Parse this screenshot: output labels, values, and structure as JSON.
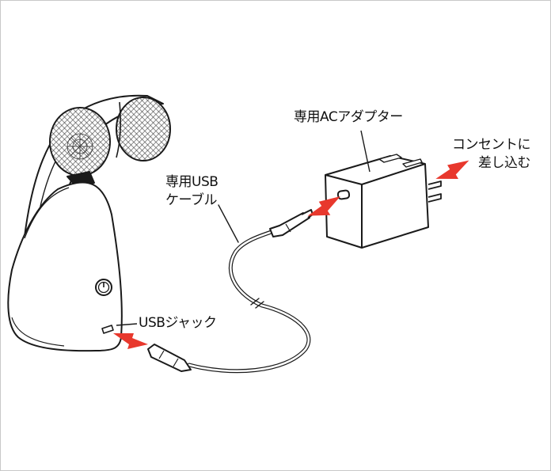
{
  "labels": {
    "ac_adapter": "専用ACアダプター",
    "usb_cable": [
      "専用USB",
      "ケーブル"
    ],
    "usb_jack": "USBジャック",
    "outlet": [
      "コンセントに",
      "差し込む"
    ]
  },
  "colors": {
    "arrow": "#e8382d",
    "line": "#1a1a1a",
    "frame": "#c8c8c8"
  },
  "icons": [
    "power-icon",
    "usb-c-port-icon",
    "plug-prongs-icon"
  ]
}
